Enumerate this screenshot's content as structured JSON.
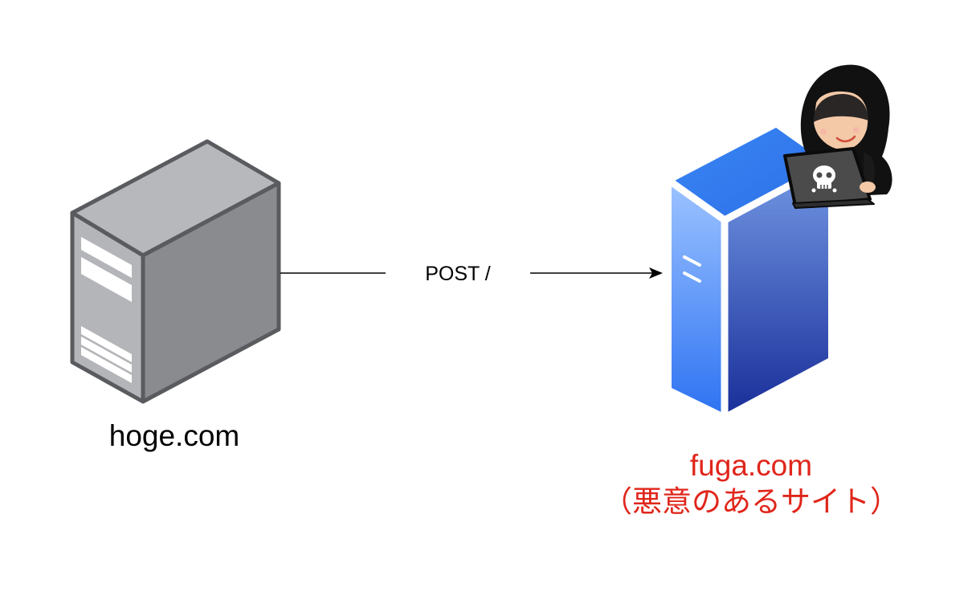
{
  "nodes": {
    "source": {
      "label": "hoge.com",
      "icon": "server-tower-icon",
      "color": "#8a8b8f"
    },
    "target": {
      "label_line1": "fuga.com",
      "label_line2": "（悪意のあるサイト）",
      "icon": "server-tower-icon",
      "color": "#3b6fe0",
      "label_color": "#e0261b"
    },
    "attacker": {
      "icon": "hooded-hacker-icon"
    }
  },
  "edge": {
    "label": "POST /",
    "direction": "source-to-target"
  }
}
